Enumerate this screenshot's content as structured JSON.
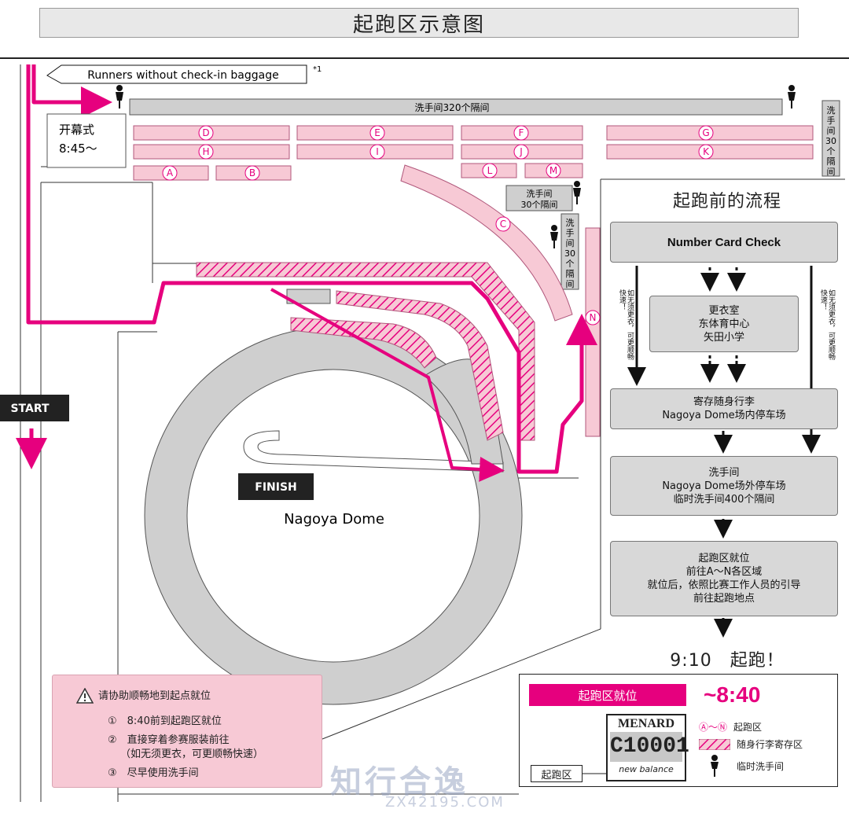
{
  "title": "起跑区示意图",
  "map": {
    "runners_note": "Runners without check-in baggage",
    "runners_note_ref": "*1",
    "toilet_top": "洗手间320个隔间",
    "toilet_right_vertical": "洗手间30个隔间",
    "toilet_mid": "洗手间\n30个隔间",
    "toilet_mid_vertical": "洗手间30个隔间",
    "ceremony_line1": "开幕式",
    "ceremony_line2": "8:45～",
    "start_label": "START",
    "finish_label": "FINISH",
    "venue_label": "Nagoya Dome",
    "zones": [
      "A",
      "B",
      "C",
      "D",
      "E",
      "F",
      "G",
      "H",
      "I",
      "J",
      "K",
      "L",
      "M",
      "N"
    ]
  },
  "flow": {
    "title": "起跑前的流程",
    "step1": "Number Card Check",
    "step2_lines": [
      "更衣室",
      "东体育中心",
      "矢田小学"
    ],
    "step3_lines": [
      "寄存随身行李",
      "Nagoya Dome场内停车场"
    ],
    "step4_lines": [
      "洗手间",
      "Nagoya Dome场外停车场",
      "临时洗手间400个隔间"
    ],
    "step5_lines": [
      "起跑区就位",
      "前往A～N各区域",
      "就位后，依照比赛工作人员的引导",
      "前往起跑地点"
    ],
    "side_note": "如无须更衣，可更顺畅快速！",
    "start_time": "9:10　起跑！"
  },
  "notice": {
    "heading": "请协助顺畅地到起点就位",
    "items": [
      "①　8:40前到起跑区就位",
      "②　直接穿着参赛服装前往",
      "（如无须更衣，可更顺畅快速）",
      "③　尽早使用洗手间"
    ]
  },
  "legend": {
    "header": "起跑区就位",
    "time": "~8:40",
    "bib_brand": "MENARD",
    "bib_number": "C10001",
    "bib_sponsor": "new balance",
    "callout": "起跑区",
    "items": [
      "Ⓐ～Ⓝ",
      "起跑区",
      "随身行李寄存区",
      "临时洗手间"
    ]
  },
  "watermark": {
    "line1": "知行合逸",
    "line2": "ZX42195.COM"
  },
  "colors": {
    "magenta": "#e6007e",
    "pink_zone": "#f7c9d5",
    "gray_block": "#cfcfcf",
    "flow_box": "#d8d8d8"
  }
}
